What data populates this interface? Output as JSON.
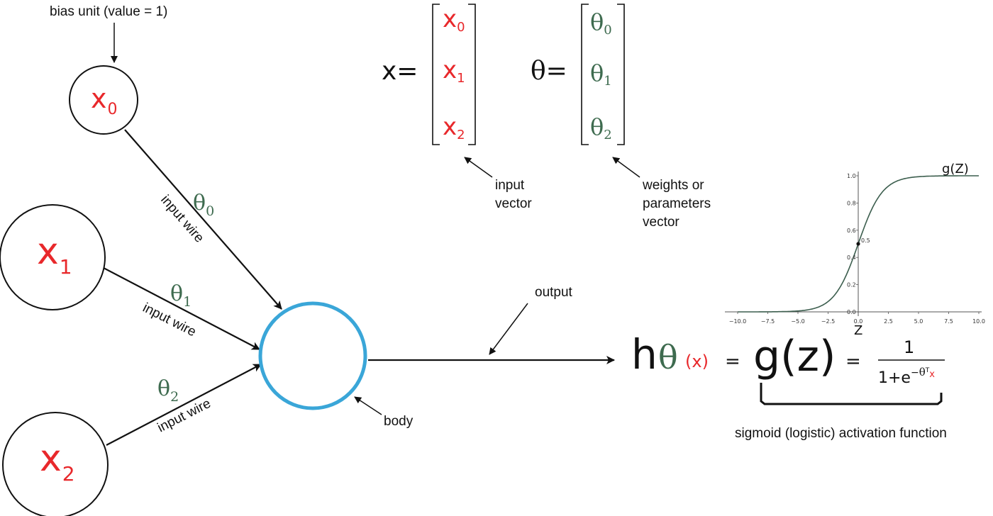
{
  "colors": {
    "input_red": "#e8282b",
    "theta_green": "#3e6b4f",
    "body_blue": "#3aa6d8",
    "ink": "#111111",
    "curve": "#3c5e4e"
  },
  "annotations": {
    "bias_unit": "bias unit (value = 1)",
    "input_wire": "input wire",
    "output": "output",
    "body": "body",
    "input_vector": [
      "input",
      "vector"
    ],
    "weights_vector": [
      "weights or",
      "parameters",
      "vector"
    ],
    "activation_caption": "sigmoid (logistic) activation function"
  },
  "nodes": [
    {
      "name": "x",
      "sub": "0"
    },
    {
      "name": "x",
      "sub": "1"
    },
    {
      "name": "x",
      "sub": "2"
    }
  ],
  "weights": [
    {
      "name": "θ",
      "sub": "0"
    },
    {
      "name": "θ",
      "sub": "1"
    },
    {
      "name": "θ",
      "sub": "2"
    }
  ],
  "vectors": {
    "x_label": "x=",
    "theta_label": "θ=",
    "x_items": [
      {
        "name": "x",
        "sub": "0"
      },
      {
        "name": "x",
        "sub": "1"
      },
      {
        "name": "x",
        "sub": "2"
      }
    ],
    "theta_items": [
      {
        "name": "θ",
        "sub": "0"
      },
      {
        "name": "θ",
        "sub": "1"
      },
      {
        "name": "θ",
        "sub": "2"
      }
    ]
  },
  "formula": {
    "h": "h",
    "theta": "θ",
    "arg": "(x)",
    "eq": "=",
    "gz": "g(z)",
    "numerator": "1",
    "denom_base": "1+e",
    "exp_sign": "−",
    "exp_theta": "θ",
    "exp_T": "T",
    "exp_x": "x"
  },
  "chart_data": {
    "type": "line",
    "title": "g(Z)",
    "xlabel": "Z",
    "ylabel": "",
    "xlim": [
      -10,
      10
    ],
    "ylim": [
      0,
      1
    ],
    "x_ticks": [
      "−10.0",
      "−7.5",
      "−5.0",
      "−2.5",
      "0.0",
      "2.5",
      "5.0",
      "7.5",
      "10.0"
    ],
    "y_ticks": [
      "0.0",
      "0.2",
      "0.4",
      "0.6",
      "0.8",
      "1.0"
    ],
    "marked_point": {
      "x": 0,
      "y": 0.5,
      "label": "0.5"
    },
    "series": [
      {
        "function": "1/(1+e^(-z))",
        "x": [
          -10,
          -9,
          -8,
          -7,
          -6,
          -5,
          -4,
          -3,
          -2,
          -1,
          0,
          1,
          2,
          3,
          4,
          5,
          6,
          7,
          8,
          9,
          10
        ],
        "y": [
          5e-05,
          0.00012,
          0.00034,
          0.00091,
          0.00247,
          0.00669,
          0.01799,
          0.04743,
          0.1192,
          0.26894,
          0.5,
          0.73106,
          0.8808,
          0.95257,
          0.98201,
          0.99331,
          0.99753,
          0.99909,
          0.99966,
          0.99988,
          0.99995
        ]
      }
    ]
  }
}
